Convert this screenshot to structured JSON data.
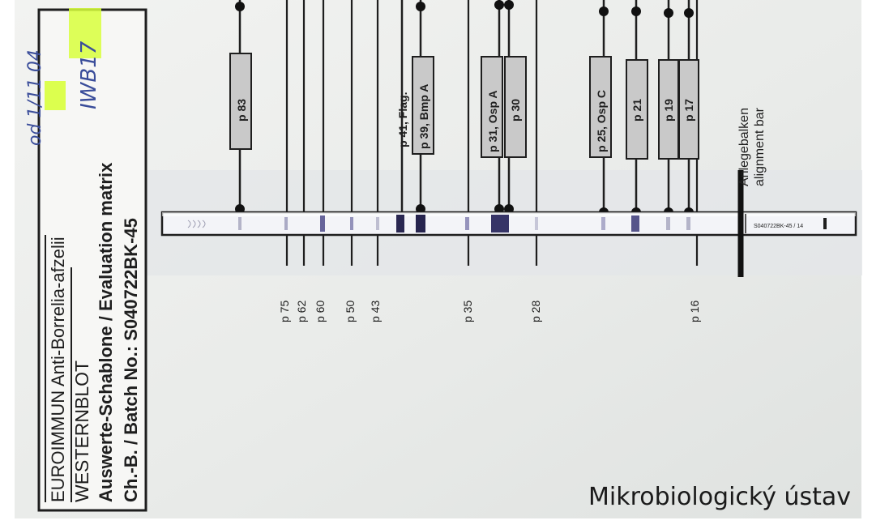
{
  "colors": {
    "paper": "#eceeec",
    "strip": "#f3f4f8",
    "band": "#34305e",
    "highlighter": "#d8ff3c",
    "ink": "#1e1e1e"
  },
  "header": {
    "line1": "EUROIMMUN Anti-Borrelia-afzelii",
    "line2": "WESTERNBLOT",
    "line3": "Auswerte-Schablone / Evaluation matrix",
    "line4": "Ch.-B. / Batch No.:  S040722BK-45"
  },
  "handwriting": {
    "date": "od 1/11 04",
    "code": "IWB17"
  },
  "top_antigens": [
    {
      "label": "p 83",
      "boxed": true
    },
    {
      "label": "p 41, Flag.",
      "boxed": false
    },
    {
      "label": "p 39, Bmp A",
      "boxed": true
    },
    {
      "label": "p 31, Osp A",
      "boxed": true
    },
    {
      "label": "p 30",
      "boxed": true
    },
    {
      "label": "p 25, Osp C",
      "boxed": true
    },
    {
      "label": "p 21",
      "boxed": true
    },
    {
      "label": "p 19",
      "boxed": true
    },
    {
      "label": "p 17",
      "boxed": true
    }
  ],
  "bottom_antigens": [
    "p 75",
    "p 62",
    "p 60",
    "p 50",
    "p 43",
    "p 35",
    "p 28",
    "p 16"
  ],
  "alignment_bar": {
    "label_de": "Anlegebalken",
    "label_en": "alignment bar"
  },
  "strip_label": "S040722BK-45 / 14",
  "caption": "Mikrobiologický ústav"
}
